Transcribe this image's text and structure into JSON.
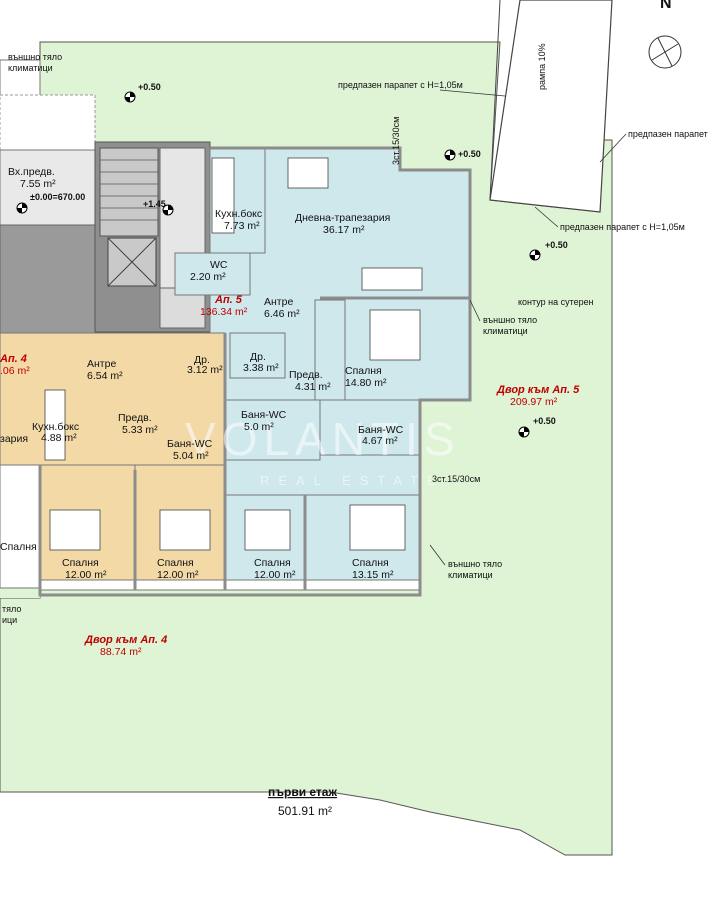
{
  "north_label": "N",
  "ramp": "рампа 10%",
  "ac_unit": "външно тяло\nклиматици",
  "parapet_1": "предпазен парапет с Н=1,05м",
  "parapet_2": "предпазен парапет",
  "parapet_3": "предпазен парапет с Н=1,05м",
  "basement_outline": "контур на сутерен",
  "stairs_note_1": "3ст.15/30см",
  "stairs_note_2": "3ст.15/30см",
  "levels": [
    "+0.50",
    "+0.50",
    "+0.50",
    "+0.50",
    "+1.45",
    "±0.00=670.00"
  ],
  "lobby": {
    "name": "Вх.предв.",
    "area": "7.55 m²"
  },
  "apt5": {
    "name": "Ап. 5",
    "area": "136.34 m²",
    "rooms": [
      {
        "name": "Кухн.бокс",
        "area": "7.73 m²"
      },
      {
        "name": "Дневна-трапезария",
        "area": "36.17 m²"
      },
      {
        "name": "WC",
        "area": "2.20 m²"
      },
      {
        "name": "Антре",
        "area": "6.46 m²"
      },
      {
        "name": "Др.",
        "area": "3.38 m²"
      },
      {
        "name": "Предв.",
        "area": "4.31 m²"
      },
      {
        "name": "Спалня",
        "area": "14.80 m²"
      },
      {
        "name": "Баня-WC",
        "area": "5.0 m²"
      },
      {
        "name": "Баня-WC",
        "area": "4.67 m²"
      },
      {
        "name": "Спалня",
        "area": "12.00 m²"
      },
      {
        "name": "Спалня",
        "area": "13.15 m²"
      }
    ]
  },
  "apt4": {
    "name": "Ап. 4",
    "area": ".06 m²",
    "rooms": [
      {
        "name": "Антре",
        "area": "6.54 m²"
      },
      {
        "name": "Др.",
        "area": "3.12 m²"
      },
      {
        "name": "Кухн.бокс",
        "area": "4.88 m²"
      },
      {
        "name": "Предв.",
        "area": "5.33 m²"
      },
      {
        "name": "Баня-WC",
        "area": "5.04 m²"
      },
      {
        "name": "зария",
        "area": ""
      },
      {
        "name": "Спалня",
        "area": "12.00 m²"
      },
      {
        "name": "Спалня",
        "area": "12.00 m²"
      },
      {
        "name": "Спалня",
        "area": ""
      }
    ]
  },
  "yard5": {
    "name": "Двор към Ап. 5",
    "area": "209.97 m²"
  },
  "yard4": {
    "name": "Двор към Ап. 4",
    "area": "88.74 m²"
  },
  "floor": {
    "name": "първи етаж",
    "area": "501.91 m²"
  },
  "watermark": "VOLANTIS",
  "watermark_sub": "REAL ESTATE",
  "colors": {
    "yard": "#dff3d5",
    "apt5": "#cfe8ec",
    "apt4": "#f3d9a6",
    "common": "#e9e9e9",
    "stair": "#8f8f8f",
    "wall": "#8c8c8c",
    "red": "#c00000"
  }
}
